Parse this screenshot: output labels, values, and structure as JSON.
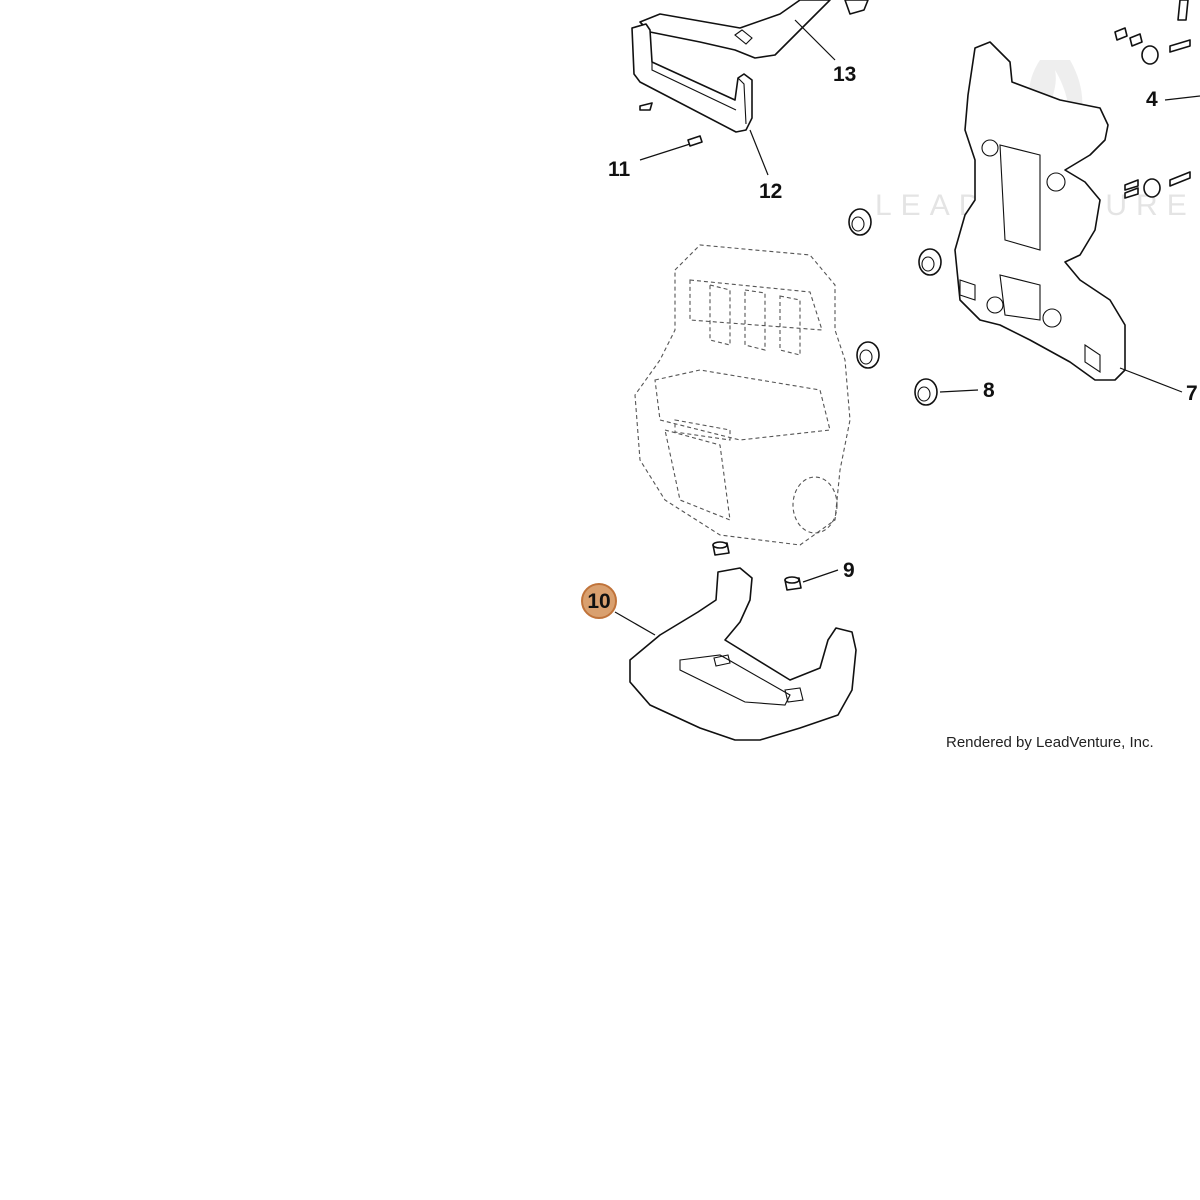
{
  "diagram": {
    "watermark": "LEADVENTURE",
    "credit": "Rendered by LeadVenture, Inc.",
    "highlight_color": "#d9a06f",
    "highlight_border": "#c0733a",
    "callouts": [
      {
        "id": "13",
        "label": "13"
      },
      {
        "id": "12",
        "label": "12"
      },
      {
        "id": "11",
        "label": "11"
      },
      {
        "id": "4",
        "label": "4"
      },
      {
        "id": "8",
        "label": "8"
      },
      {
        "id": "7",
        "label": "7"
      },
      {
        "id": "9",
        "label": "9"
      },
      {
        "id": "10",
        "label": "10",
        "highlighted": true
      }
    ]
  }
}
